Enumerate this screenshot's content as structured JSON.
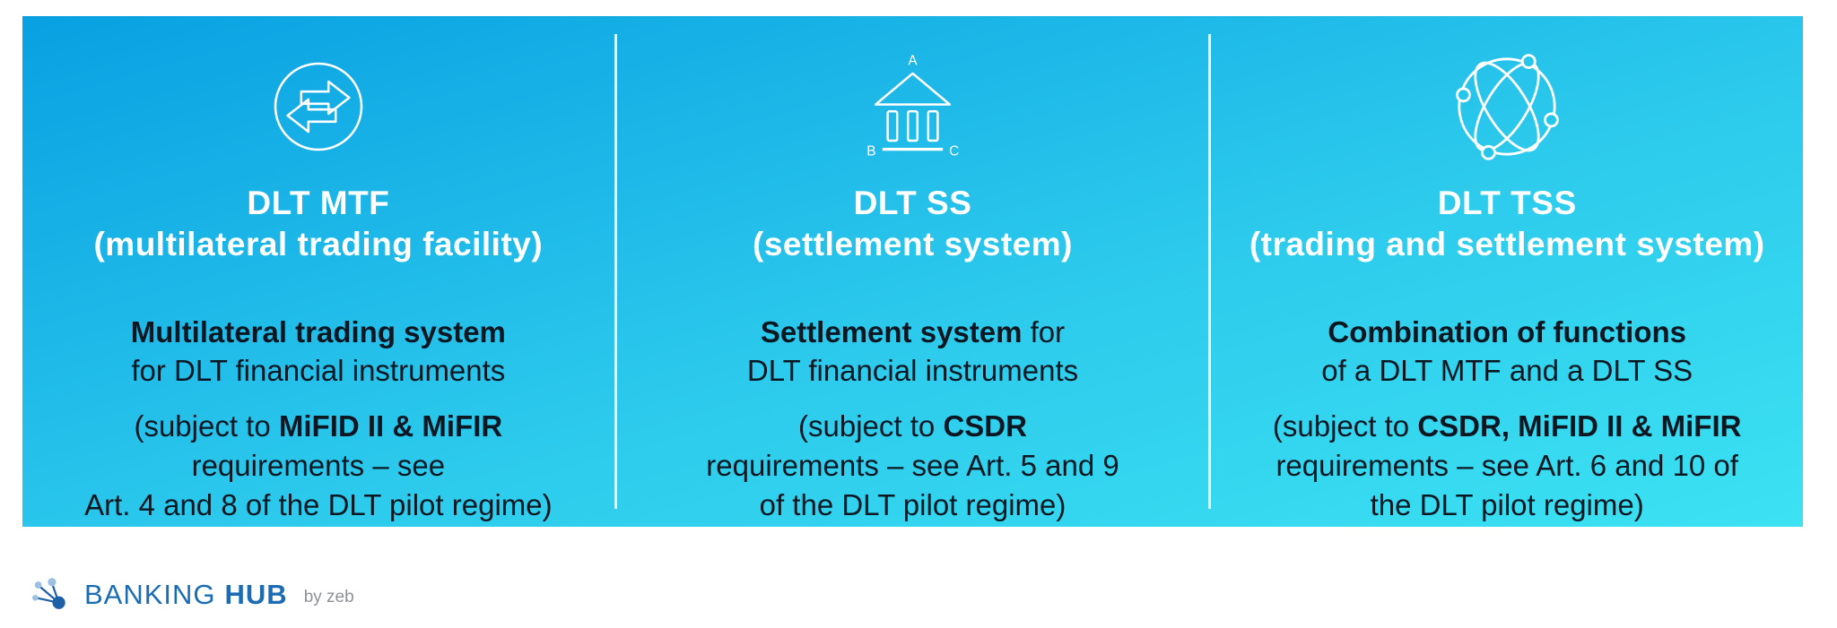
{
  "panel": {
    "colors": {
      "gradient_start": "#09A0E2",
      "gradient_end": "#3CE2F2",
      "title_text": "#FFFFFF",
      "body_text": "#0D1722",
      "divider": "#FFFFFF"
    },
    "columns": [
      {
        "icon": "swap-arrows-icon",
        "title": "DLT MTF",
        "subtitle": "(multilateral trading facility)",
        "intro": {
          "line1_bold": "Multilateral trading system",
          "line1_rest": "",
          "line2": "for DLT financial instruments"
        },
        "note": {
          "prefix": "(subject to ",
          "bold": "MiFID II & MiFIR",
          "line2": "requirements – see",
          "line3": "Art. 4 and 8 of the DLT pilot regime)"
        }
      },
      {
        "icon": "bank-columns-icon",
        "title": "DLT SS",
        "subtitle": "(settlement system)",
        "intro": {
          "line1_bold": "Settlement system",
          "line1_rest": " for",
          "line2": "DLT financial instruments"
        },
        "note": {
          "prefix": "(subject to ",
          "bold": "CSDR",
          "line2": "requirements – see Art. 5 and 9",
          "line3": "of the DLT pilot regime)"
        }
      },
      {
        "icon": "globe-network-icon",
        "title": "DLT TSS",
        "subtitle": "(trading and settlement system)",
        "intro": {
          "line1_bold": "Combination of functions",
          "line1_rest": "",
          "line2": "of a DLT MTF and a DLT SS"
        },
        "note": {
          "prefix": "(subject to ",
          "bold": "CSDR, MiFID II & MiFIR",
          "line2": "requirements – see Art. 6 and 10 of",
          "line3": "the DLT pilot regime)"
        }
      }
    ],
    "bank_icon_labels": {
      "a": "A",
      "b": "B",
      "c": "C"
    }
  },
  "footer": {
    "logo_icon": "network-node-icon",
    "brand_primary": "BANKING",
    "brand_secondary": "HUB",
    "byline": "by zeb",
    "colors": {
      "brand_blue": "#1B6CB2",
      "node_dark": "#1D5FA7",
      "node_light": "#9CC0E2",
      "byline_gray": "#8D9196"
    }
  }
}
